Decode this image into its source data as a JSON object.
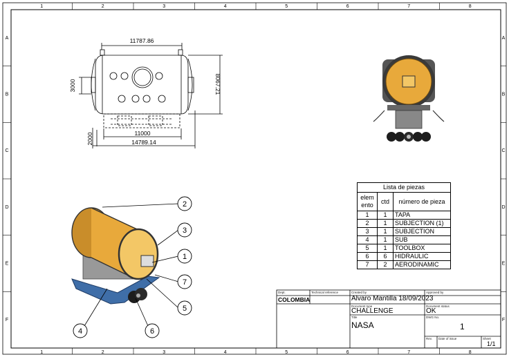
{
  "border": {
    "columns": [
      "1",
      "2",
      "3",
      "4",
      "5",
      "6",
      "7",
      "8"
    ],
    "rows": [
      "A",
      "B",
      "C",
      "D",
      "E",
      "F"
    ]
  },
  "front_view": {
    "dim_top": "11787.86",
    "dim_left": "3000",
    "dim_right": "8067.21",
    "dim_bottom_inner": "11000",
    "dim_bottom_outer": "14789.14",
    "dim_left_low": "2000"
  },
  "balloons": [
    "2",
    "3",
    "1",
    "7",
    "5",
    "6",
    "4"
  ],
  "parts_list": {
    "caption": "Lista de piezas",
    "headers": [
      "elem ento",
      "ctd",
      "número de pieza"
    ],
    "rows": [
      [
        "1",
        "1",
        "TAPA"
      ],
      [
        "2",
        "1",
        "SUBJECTION (1)"
      ],
      [
        "3",
        "1",
        "SUBJECTION"
      ],
      [
        "4",
        "1",
        "SUB"
      ],
      [
        "5",
        "1",
        "TOOLBOX"
      ],
      [
        "6",
        "6",
        "HIDRAULIC"
      ],
      [
        "7",
        "2",
        "AERODINAMIC"
      ]
    ]
  },
  "title_block": {
    "dept_label": "Dept.",
    "dept": "COLOMBIA",
    "tech_ref_label": "Technical reference",
    "created_by_label": "Created by",
    "created_by": "Alvaro Mantilla  18/09/2023",
    "approved_by_label": "Approved by",
    "doc_type_label": "Document type",
    "doc_type": "CHALLENGE",
    "doc_status_label": "Document status",
    "doc_status": "OK",
    "title_label": "Title",
    "title": "NASA",
    "dwg_label": "DWG No.",
    "dwg_no": "1",
    "rev_label": "Rev.",
    "date_label": "Date of issue",
    "sheet_label": "Sheet",
    "sheet": "1/1"
  },
  "colors": {
    "drum_fill": "#e8a93b",
    "drum_inner": "#f3c766",
    "wing_fill": "#3f6ea8",
    "frame": "#7a7a7a"
  }
}
